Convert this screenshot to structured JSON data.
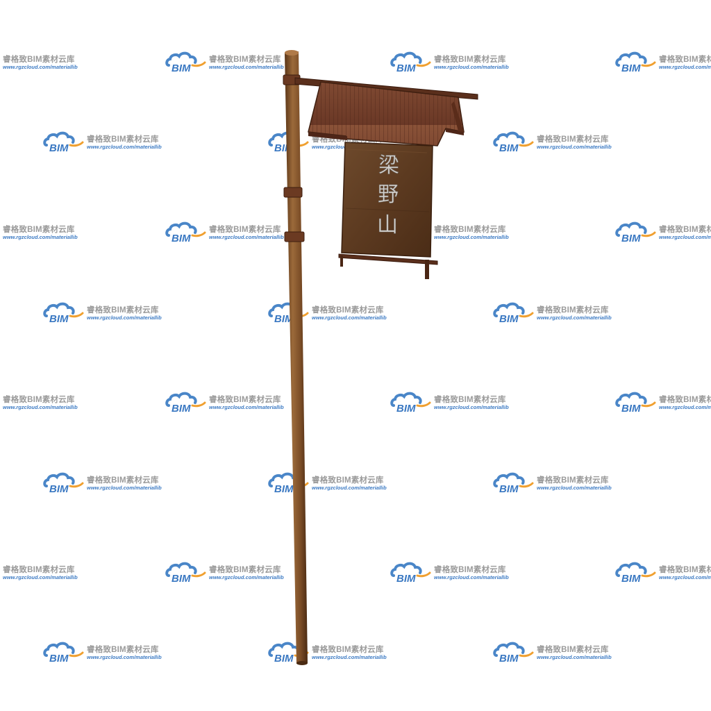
{
  "scene": {
    "subject": "wooden-signpost",
    "sign_text": [
      "梁",
      "野",
      "山"
    ]
  },
  "watermark": {
    "title": "睿格致BIM素材云库",
    "url": "www.rgzcloud.com/materiallib",
    "logo_text": "BIM",
    "colors": {
      "cloud_blue": "#4a86c8",
      "arc_orange": "#f0a030",
      "logo_text": "#3a78c2",
      "title_gray": "#9a9a9a"
    }
  },
  "colors": {
    "pole_light": "#9b6a3a",
    "pole_dark": "#5a3517",
    "roof": "#7a4330",
    "roof_dark": "#4e2618",
    "board": "#6a4028",
    "board_dark": "#3f2414"
  }
}
